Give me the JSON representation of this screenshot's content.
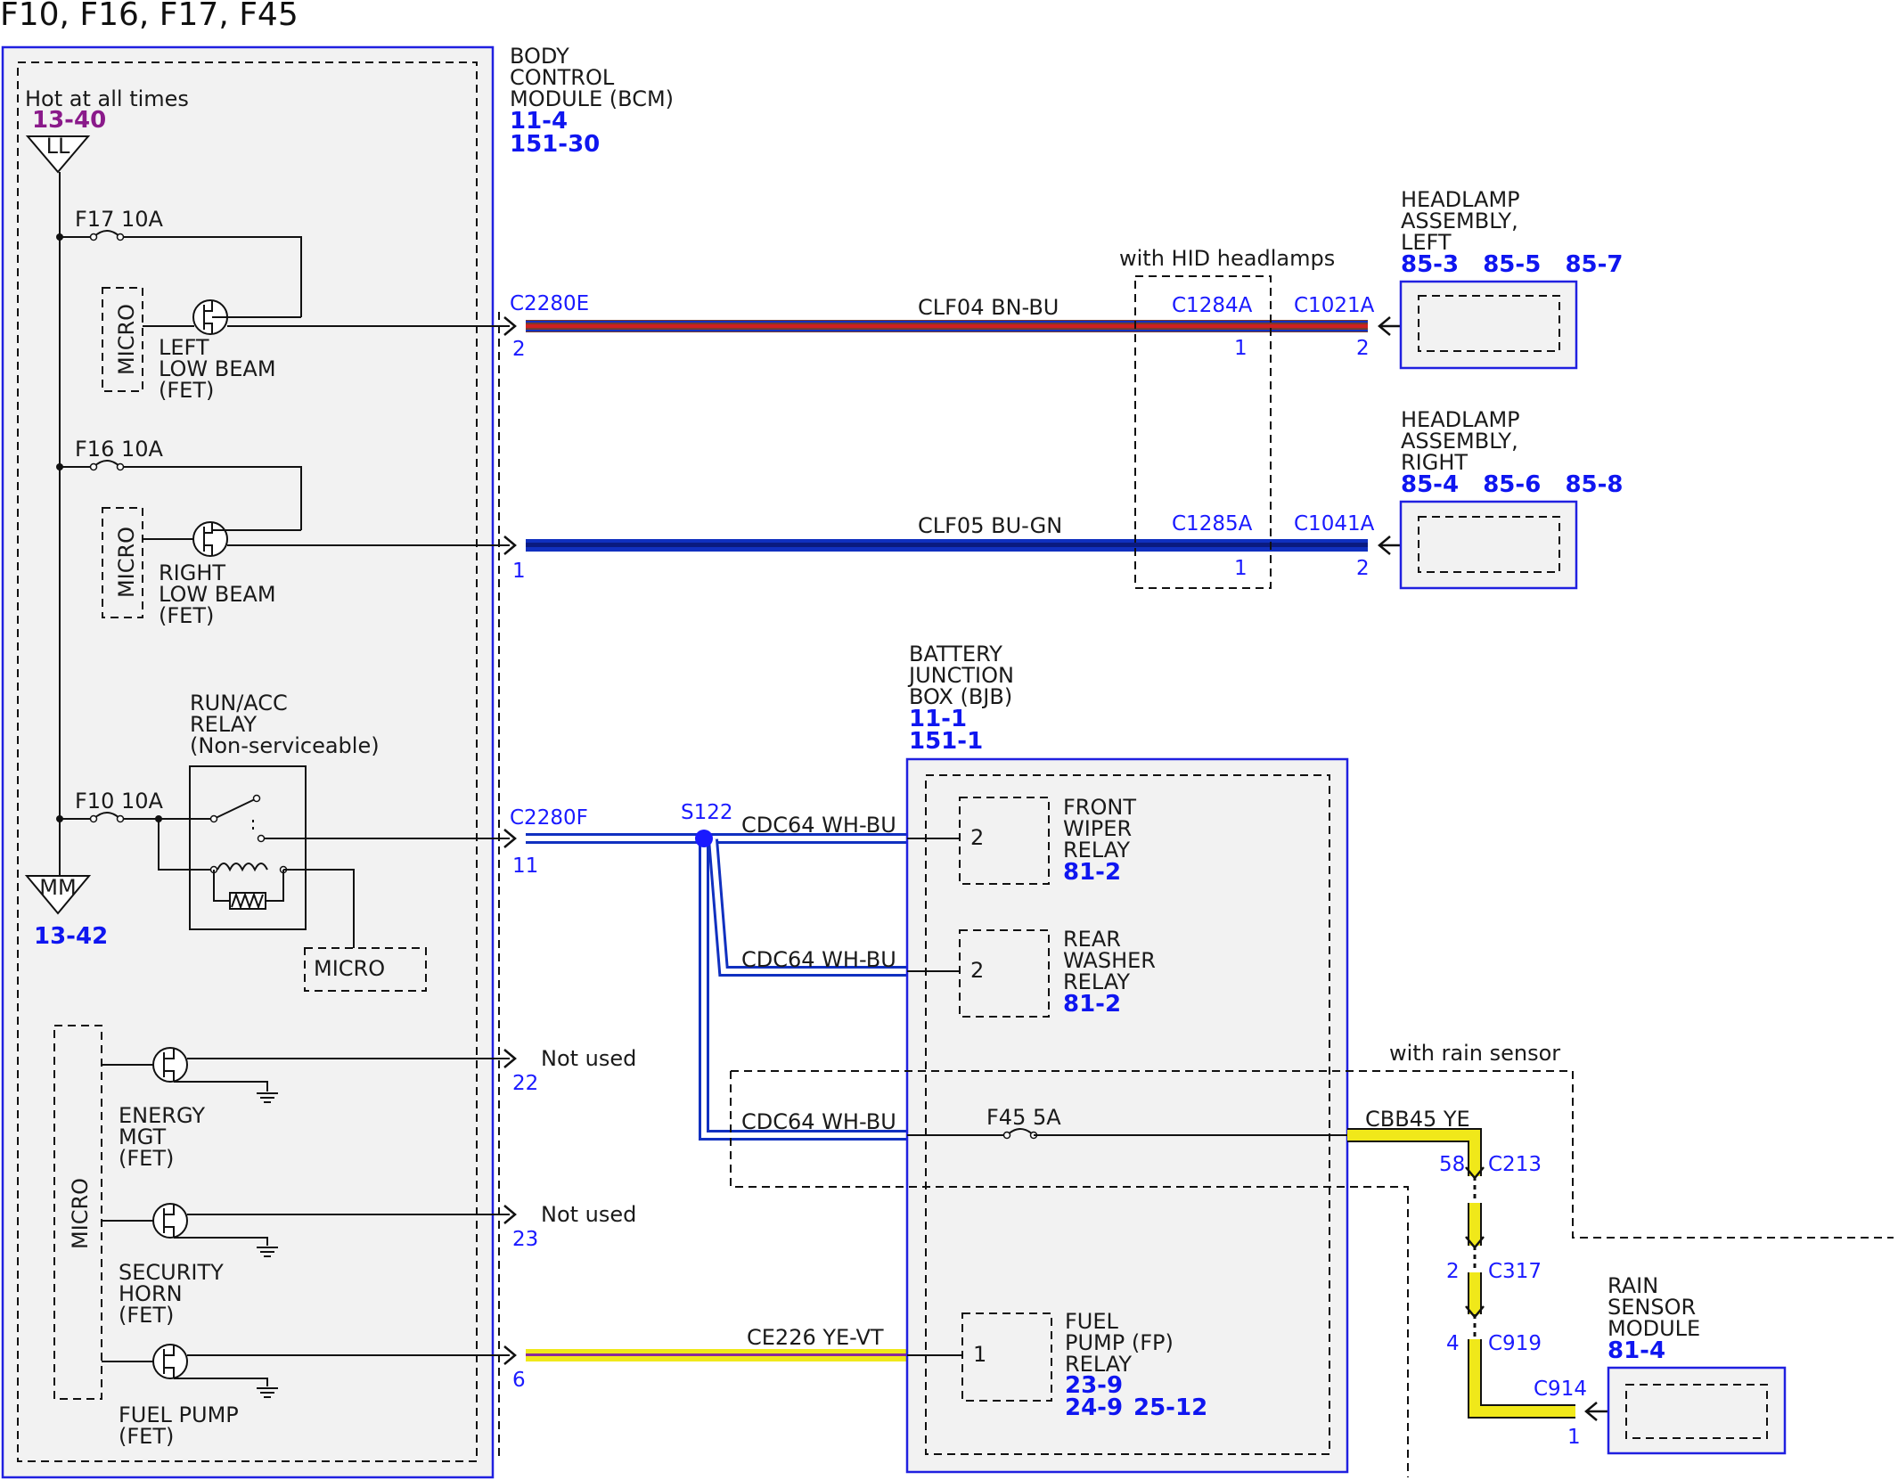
{
  "title": "F10, F16, F17, F45",
  "bcm": {
    "name_lines": [
      "BODY",
      "CONTROL",
      "MODULE (BCM)"
    ],
    "refs": [
      "11-4",
      "151-30"
    ],
    "hot_label": "Hot at all times",
    "hot_ref": "13-40",
    "ll_label": "LL",
    "mm_label": "MM",
    "mm_ref": "13-42",
    "f17": "F17  10A",
    "f16": "F16  10A",
    "f10": "F10  10A",
    "micro": "MICRO",
    "left_low_beam": [
      "LEFT",
      "LOW BEAM",
      "(FET)"
    ],
    "right_low_beam": [
      "RIGHT",
      "LOW BEAM",
      "(FET)"
    ],
    "relay": [
      "RUN/ACC",
      "RELAY",
      "(Non-serviceable)"
    ],
    "energy_mgt": [
      "ENERGY",
      "MGT",
      "(FET)"
    ],
    "security_horn": [
      "SECURITY",
      "HORN",
      "(FET)"
    ],
    "fuel_pump": [
      "FUEL PUMP",
      "(FET)"
    ]
  },
  "connectors": {
    "c2280e": "C2280E",
    "c2280e_pin_a": "2",
    "c2280e_pin_b": "1",
    "c2280f": "C2280F",
    "pin_11": "11",
    "pin_22": "22",
    "pin_23": "23",
    "pin_6": "6",
    "not_used": "Not used",
    "c1284a": "C1284A",
    "c1285a": "C1285A",
    "c1021a": "C1021A",
    "c1041a": "C1041A",
    "pin_1": "1",
    "pin_2": "2",
    "s122": "S122",
    "c213": "C213",
    "c213_pin": "58",
    "c317": "C317",
    "c317_pin": "2",
    "c919": "C919",
    "c919_pin": "4",
    "c914": "C914",
    "c914_pin": "1"
  },
  "wires": {
    "clf04": "CLF04   BN-BU",
    "clf05": "CLF05   BU-GN",
    "cdc64": "CDC64   WH-BU",
    "ce226": "CE226   YE-VT",
    "cbb45": "CBB45   YE"
  },
  "hid_label": "with HID headlamps",
  "rain_label": "with rain sensor",
  "headlamp_left": {
    "name_lines": [
      "HEADLAMP",
      "ASSEMBLY,",
      "LEFT"
    ],
    "refs": "85-3   85-5   85-7"
  },
  "headlamp_right": {
    "name_lines": [
      "HEADLAMP",
      "ASSEMBLY,",
      "RIGHT"
    ],
    "refs": "85-4   85-6   85-8"
  },
  "bjb": {
    "name_lines": [
      "BATTERY",
      "JUNCTION",
      "BOX (BJB)"
    ],
    "refs": [
      "11-1",
      "151-1"
    ],
    "front_wiper": [
      "FRONT",
      "WIPER",
      "RELAY"
    ],
    "front_wiper_ref": "81-2",
    "rear_washer": [
      "REAR",
      "WASHER",
      "RELAY"
    ],
    "rear_washer_ref": "81-2",
    "relay_pin": "2",
    "f45": "F45  5A",
    "fuel_pump_relay": [
      "FUEL",
      "PUMP (FP)",
      "RELAY"
    ],
    "fuel_pump_relay_pin": "1",
    "fuel_pump_refs": [
      "23-9",
      "24-9",
      "25-12"
    ]
  },
  "rain_sensor": {
    "name_lines": [
      "RAIN",
      "SENSOR",
      "MODULE"
    ],
    "ref": "81-4"
  },
  "colors": {
    "brown": "#7a3b2e",
    "red": "#d02020",
    "blue": "#1030c0",
    "dark_blue": "#0a1a80",
    "yellow": "#f0e81a",
    "violet": "#8a2a9a",
    "accent_blue": "#1a1aff"
  }
}
